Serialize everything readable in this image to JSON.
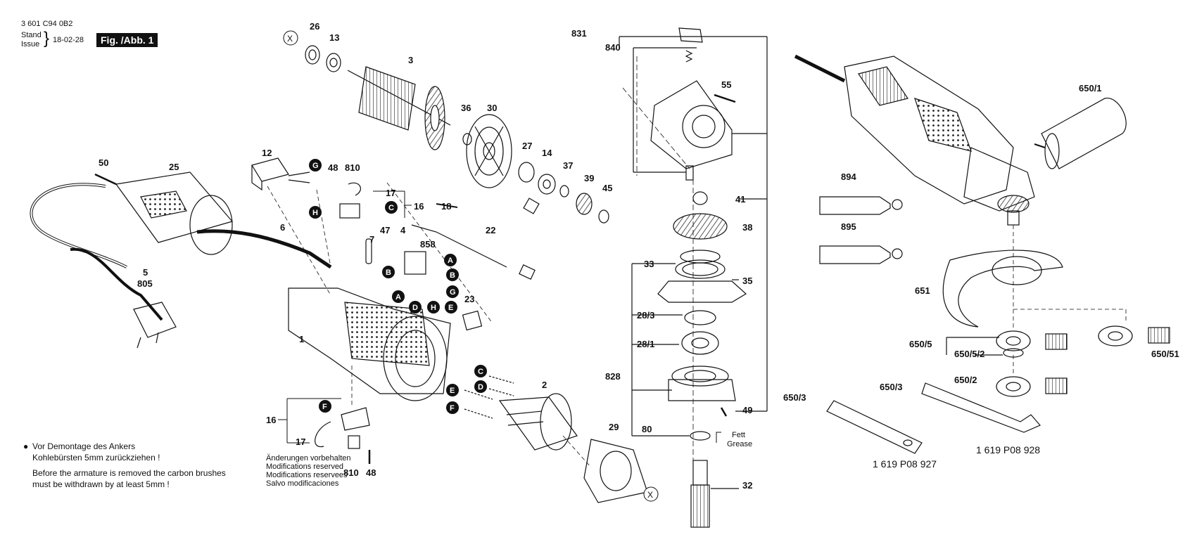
{
  "header": {
    "doc_number": "3 601 C94 0B2",
    "stand_label": "Stand",
    "issue_label": "Issue",
    "date": "18-02-28",
    "figure_label": "Fig. /Abb. 1"
  },
  "notes": {
    "armature_de_1": "Vor Demontage des Ankers",
    "armature_de_2": "Kohlebürsten 5mm zurückziehen !",
    "armature_en_1": "Before the armature is removed the carbon brushes",
    "armature_en_2": "must be withdrawn by at least 5mm !",
    "mod_1": "Änderungen vorbehalten",
    "mod_2": "Modifications reserved",
    "mod_3": "Modifications reservees",
    "mod_4": "Salvo modificaciones"
  },
  "grease": {
    "de": "Fett",
    "en": "Grease"
  },
  "tools": {
    "wrench_1": "1 619 P08 927",
    "wrench_2": "1 619 P08 928"
  },
  "callouts": {
    "p26": "26",
    "p13": "13",
    "p3": "3",
    "p36": "36",
    "p30": "30",
    "p27": "27",
    "p14": "14",
    "p37": "37",
    "p39": "39",
    "p45": "45",
    "p50": "50",
    "p25": "25",
    "p12": "12",
    "p48a": "48",
    "p810a": "810",
    "p17a": "17",
    "p16a": "16",
    "p18": "18",
    "p22": "22",
    "p6": "6",
    "p7": "7",
    "p47": "47",
    "p4": "4",
    "p858": "858",
    "p23": "23",
    "p1": "1",
    "p5": "5",
    "p805": "805",
    "p2": "2",
    "p29": "29",
    "p16b": "16",
    "p17b": "17",
    "p810b": "810",
    "p48b": "48",
    "p831": "831",
    "p840": "840",
    "p55": "55",
    "p41": "41",
    "p38": "38",
    "p33": "33",
    "p35": "35",
    "p28_3": "28/3",
    "p28_1": "28/1",
    "p828": "828",
    "p49": "49",
    "p80": "80",
    "p32": "32",
    "p650_1": "650/1",
    "p894": "894",
    "p895": "895",
    "p651": "651",
    "p650_5": "650/5",
    "p650_5_2": "650/5/2",
    "p650_51": "650/51",
    "p650_3a": "650/3",
    "p650_3b": "650/3",
    "p650_2": "650/2",
    "X": "X"
  },
  "markers": {
    "A": "A",
    "B": "B",
    "C": "C",
    "D": "D",
    "E": "E",
    "F": "F",
    "G": "G",
    "H": "H"
  }
}
